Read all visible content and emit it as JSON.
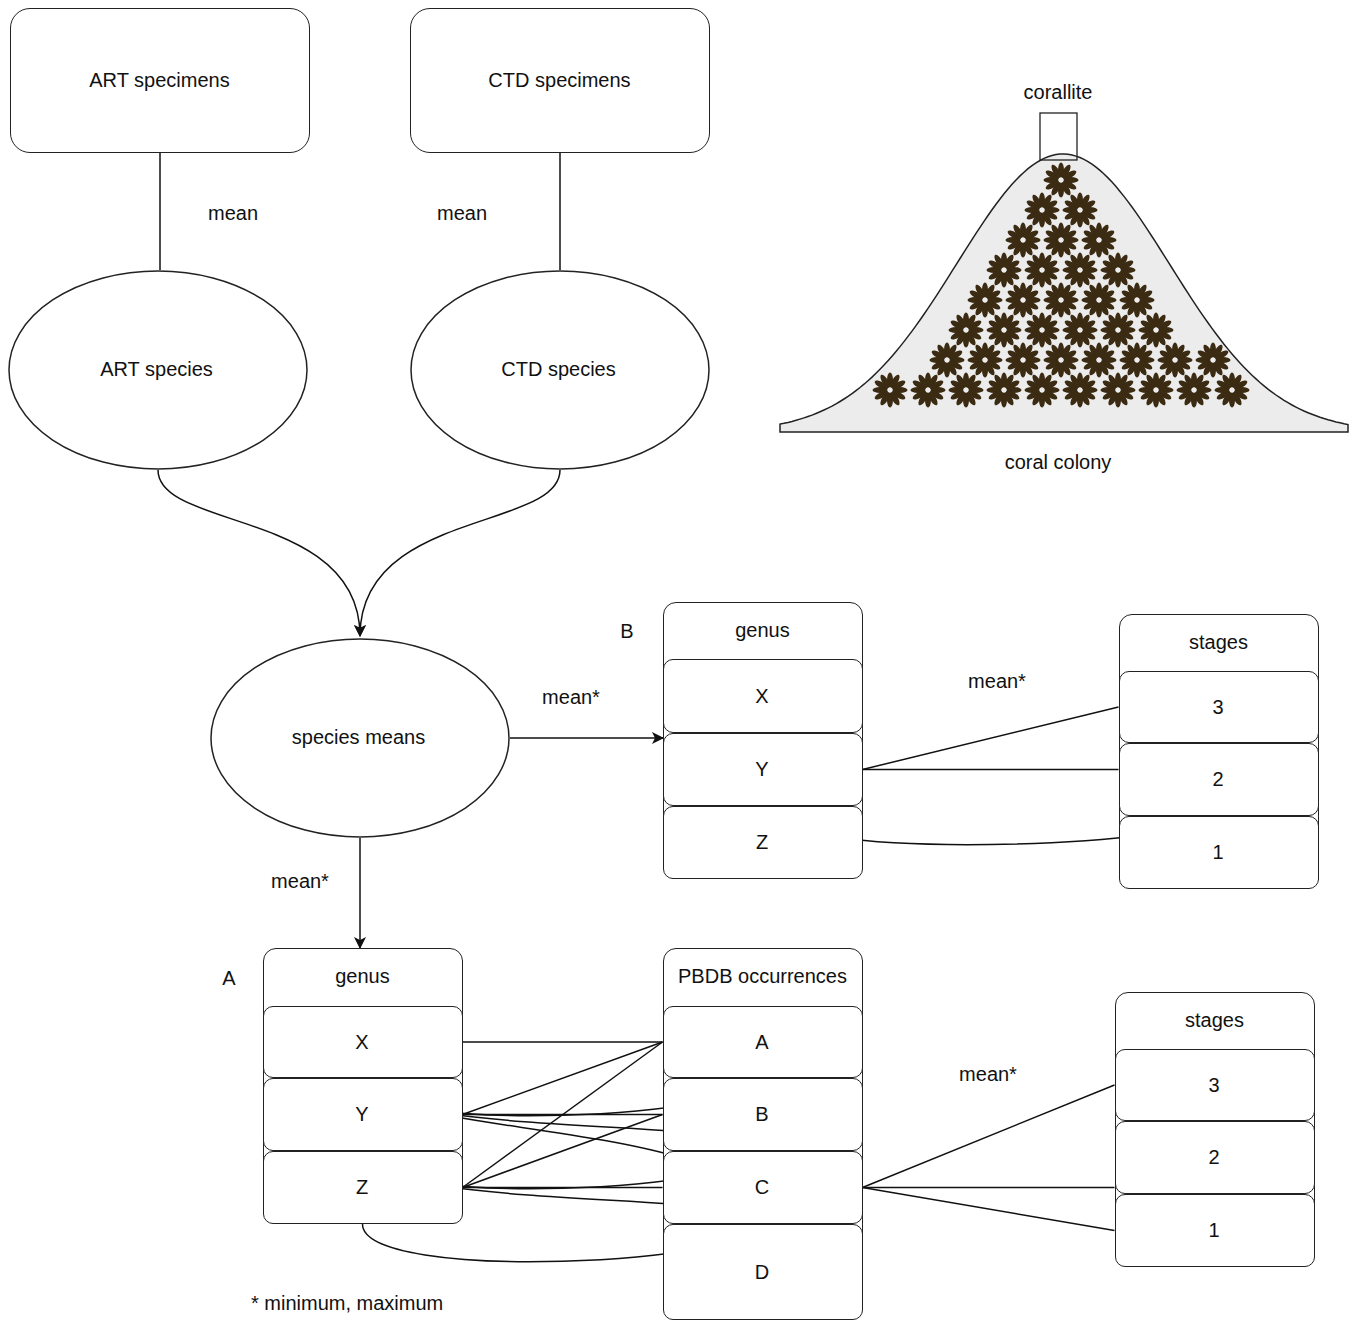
{
  "diagram": {
    "nodes": [
      {
        "text": [
          "ART specimens"
        ]
      },
      {
        "text": [
          "CTD specimens"
        ]
      },
      {
        "text": [
          "ART species"
        ]
      },
      {
        "text": [
          "CTD species"
        ]
      },
      {
        "text": [
          "species means"
        ]
      },
      {
        "text": [
          "genus"
        ]
      },
      {
        "text": [
          "X"
        ],
        "in": 5
      },
      {
        "text": [
          "Y"
        ],
        "in": 5
      },
      {
        "text": [
          "Z"
        ],
        "in": 5
      },
      {
        "text": [
          "stages"
        ]
      },
      {
        "text": [
          "3"
        ],
        "in": 9
      },
      {
        "text": [
          "2"
        ],
        "in": 9
      },
      {
        "text": [
          "1"
        ],
        "in": 9
      },
      {
        "text": [
          "genus"
        ]
      },
      {
        "text": [
          "X"
        ],
        "in": 13
      },
      {
        "text": [
          "Y"
        ],
        "in": 13
      },
      {
        "text": [
          "Z"
        ],
        "in": 13
      },
      {
        "text": [
          "PBDB occurrences"
        ]
      },
      {
        "text": [
          "A"
        ],
        "in": 17
      },
      {
        "text": [
          "B"
        ],
        "in": 17
      },
      {
        "text": [
          "C"
        ],
        "in": 17
      },
      {
        "text": [
          "D"
        ],
        "in": 17
      },
      {
        "text": [
          "stages"
        ]
      },
      {
        "text": [
          "3"
        ],
        "in": 22
      },
      {
        "text": [
          "2"
        ],
        "in": 22
      },
      {
        "text": [
          "1"
        ],
        "in": 22
      }
    ],
    "edges": [
      {
        "from": 0,
        "to": 2,
        "arrow": "none",
        "label": "mean"
      },
      {
        "from": 1,
        "to": 3,
        "arrow": "none",
        "label": "mean"
      },
      {
        "from": 2,
        "to": 4,
        "arrow": "to"
      },
      {
        "from": 3,
        "to": 4,
        "arrow": "to"
      },
      {
        "from": 4,
        "to": 5,
        "arrow": "to",
        "label": "mean*"
      },
      {
        "from": 4,
        "to": 13,
        "arrow": "to",
        "label": "mean*"
      },
      {
        "from": 7,
        "to": 10,
        "arrow": "none",
        "label": "mean*"
      },
      {
        "from": 7,
        "to": 11,
        "arrow": "none"
      },
      {
        "from": 7,
        "to": 12,
        "arrow": "none"
      },
      {
        "from": 14,
        "to": 18,
        "arrow": "none"
      },
      {
        "from": 14,
        "to": 19,
        "arrow": "none"
      },
      {
        "from": 14,
        "to": 20,
        "arrow": "none"
      },
      {
        "from": 14,
        "to": 21,
        "arrow": "none"
      },
      {
        "from": 15,
        "to": 18,
        "arrow": "none"
      },
      {
        "from": 15,
        "to": 19,
        "arrow": "none"
      },
      {
        "from": 15,
        "to": 20,
        "arrow": "none"
      },
      {
        "from": 15,
        "to": 21,
        "arrow": "none"
      },
      {
        "from": 16,
        "to": 18,
        "arrow": "none"
      },
      {
        "from": 16,
        "to": 19,
        "arrow": "none"
      },
      {
        "from": 16,
        "to": 20,
        "arrow": "none"
      },
      {
        "from": 16,
        "to": 21,
        "arrow": "none"
      },
      {
        "from": 20,
        "to": 23,
        "arrow": "none",
        "label": "mean*"
      },
      {
        "from": 20,
        "to": 24,
        "arrow": "none"
      },
      {
        "from": 20,
        "to": 25,
        "arrow": "none"
      }
    ],
    "labels": [
      "corallite",
      "coral colony",
      "B",
      "A",
      "* minimum, maximum"
    ]
  }
}
